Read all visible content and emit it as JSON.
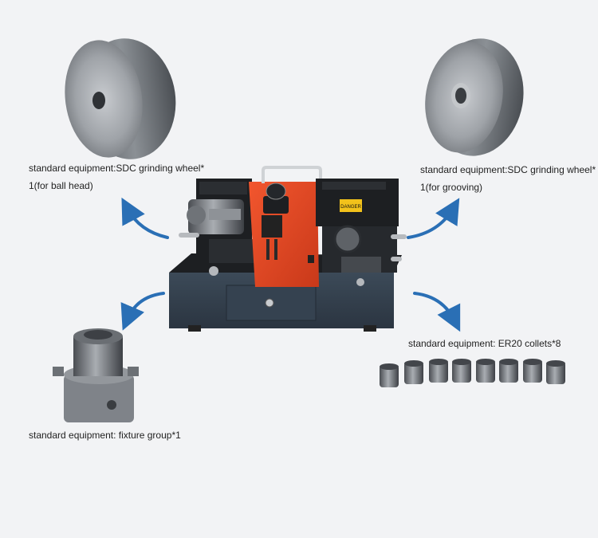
{
  "captions": {
    "top_left": {
      "line1": "standard equipment:SDC grinding wheel*",
      "line2": "1(for ball head)"
    },
    "top_right": {
      "line1": "standard equipment:SDC grinding wheel*",
      "line2": "1(for grooving)"
    },
    "bottom_right": {
      "line1": "standard  equipment: ER20 collets*8"
    },
    "bottom_left": {
      "line1": "standard  equipment: fixture group*1"
    }
  },
  "machine": {
    "label_sticker": "DANGER"
  },
  "colors": {
    "background": "#f2f3f5",
    "machine_orange": "#e5431f",
    "machine_black": "#1d1f22",
    "arrow_blue": "#2a6fb5",
    "wheel_grey": "#9a9ea3"
  },
  "icons": [
    "arrow-curved-icon"
  ]
}
